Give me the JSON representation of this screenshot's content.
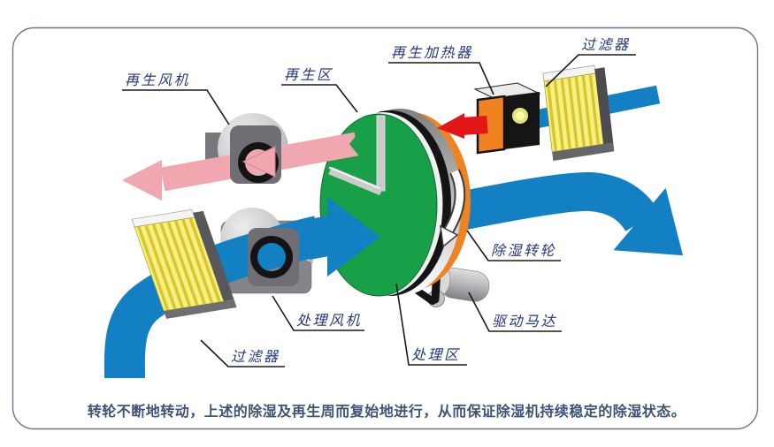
{
  "diagram": {
    "labels": {
      "regen_fan": "再生风机",
      "regen_zone": "再生区",
      "regen_heater": "再生加热器",
      "filter_top": "过滤器",
      "rotor": "除湿转轮",
      "drive_motor": "驱动马达",
      "process_fan": "处理风机",
      "filter_bottom": "过滤器",
      "process_zone": "处理区"
    },
    "caption": "转轮不断地转动，上述的除湿及再生周而复始地进行，从而保证除湿机持续稳定的除湿状态。",
    "colors": {
      "process_air_blue": "#1480c4",
      "regen_air_pink": "#f1a7b0",
      "hot_air_red": "#e31717",
      "rotor_green": "#18a048",
      "rotor_back_orange": "#ef8221",
      "heater_orange": "#ef8221",
      "filter_yellow": "#f7f080",
      "label_navy": "#24387c",
      "caption_slate": "#3d5378"
    }
  }
}
